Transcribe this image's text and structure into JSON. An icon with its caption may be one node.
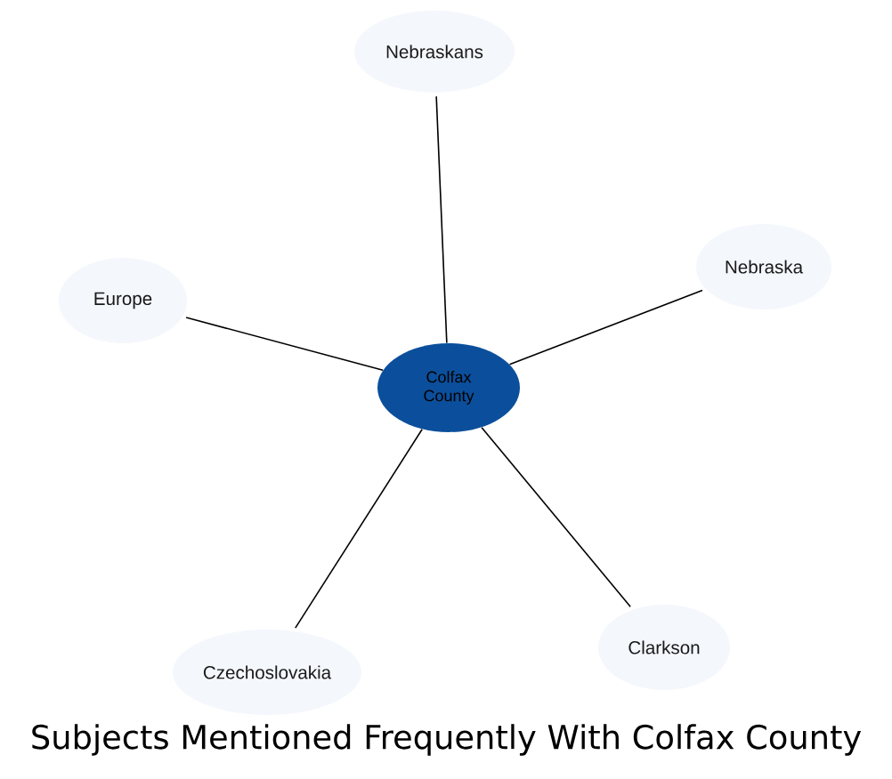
{
  "diagram": {
    "title": "Subjects Mentioned Frequently With Colfax County",
    "nodes": [
      {
        "text": [
          "Nebraskans"
        ]
      },
      {
        "text": [
          "Europe"
        ]
      },
      {
        "text": [
          "Nebraska"
        ]
      },
      {
        "text": [
          "Colfax County"
        ]
      },
      {
        "text": [
          "Czechoslovakia"
        ]
      },
      {
        "text": [
          "Clarkson"
        ]
      }
    ],
    "edges": [
      {
        "from": 3,
        "to": 0,
        "arrow": "none"
      },
      {
        "from": 3,
        "to": 1,
        "arrow": "none"
      },
      {
        "from": 3,
        "to": 2,
        "arrow": "none"
      },
      {
        "from": 3,
        "to": 4,
        "arrow": "none"
      },
      {
        "from": 3,
        "to": 5,
        "arrow": "none"
      }
    ]
  }
}
